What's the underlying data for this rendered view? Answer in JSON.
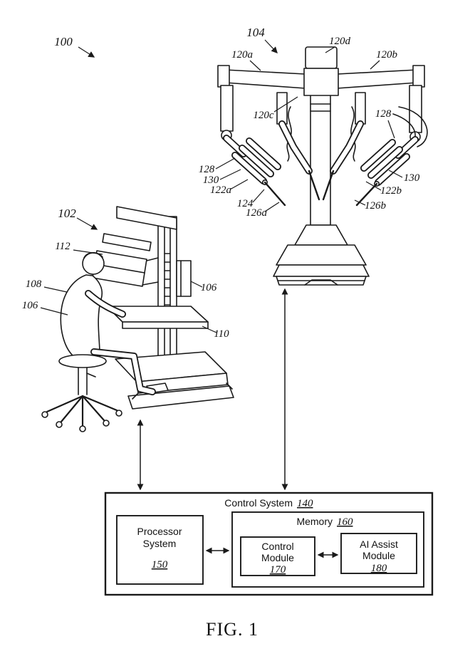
{
  "page": {
    "caption": "FIG. 1"
  },
  "colors": {
    "ink": "#1a1a1a",
    "background": "#ffffff"
  },
  "ref_labels": {
    "n100": "100",
    "n102": "102",
    "n104": "104",
    "n106a": "106",
    "n106b": "106",
    "n108": "108",
    "n110": "110",
    "n112": "112",
    "n120a": "120a",
    "n120b": "120b",
    "n120c": "120c",
    "n120d": "120d",
    "n122a": "122a",
    "n122b": "122b",
    "n124": "124",
    "n126a": "126a",
    "n126b": "126b",
    "n128a": "128",
    "n128b": "128",
    "n130a": "130",
    "n130b": "130"
  },
  "control_system": {
    "title": "Control System",
    "num": "140",
    "processor": {
      "l1": "Processor",
      "l2": "System",
      "num": "150"
    },
    "memory": {
      "title": "Memory",
      "num": "160"
    },
    "control_module": {
      "l1": "Control",
      "l2": "Module",
      "num": "170"
    },
    "ai_module": {
      "l1": "AI Assist",
      "l2": "Module",
      "num": "180"
    }
  }
}
